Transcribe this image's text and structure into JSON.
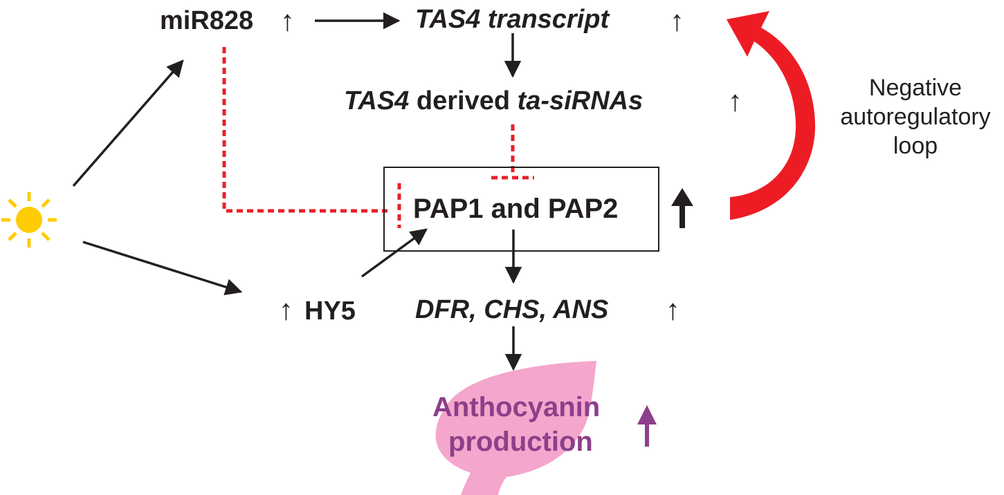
{
  "colors": {
    "text": "#231f20",
    "arrow": "#231f20",
    "inhibition": "#e8202a",
    "feedback_arrow": "#ed1c24",
    "sun": "#ffcb05",
    "leaf": "#f4a6cc",
    "product_text": "#8c3f8a"
  },
  "icons": {
    "light": "sun-icon",
    "product": "leaf-icon"
  },
  "nodes": {
    "mir828": {
      "label": "miR828",
      "up": "↑"
    },
    "tas4_transcript": {
      "label": "TAS4 transcript",
      "up": "↑"
    },
    "tas4_sirna": {
      "label_a": "TAS4",
      "label_b": " derived ",
      "label_c": "ta-siRNAs",
      "up": "↑"
    },
    "pap": {
      "label": "PAP1 and PAP2",
      "up": "⬆"
    },
    "hy5": {
      "up": "↑",
      "label": "HY5"
    },
    "genes": {
      "label": "DFR, CHS, ANS",
      "up": "↑"
    },
    "anthocyanin": {
      "line1": "Anthocyanin",
      "line2": "production",
      "up": "↑"
    }
  },
  "loop_label": {
    "line1": "Negative",
    "line2": "autoregulatory",
    "line3": "loop"
  }
}
